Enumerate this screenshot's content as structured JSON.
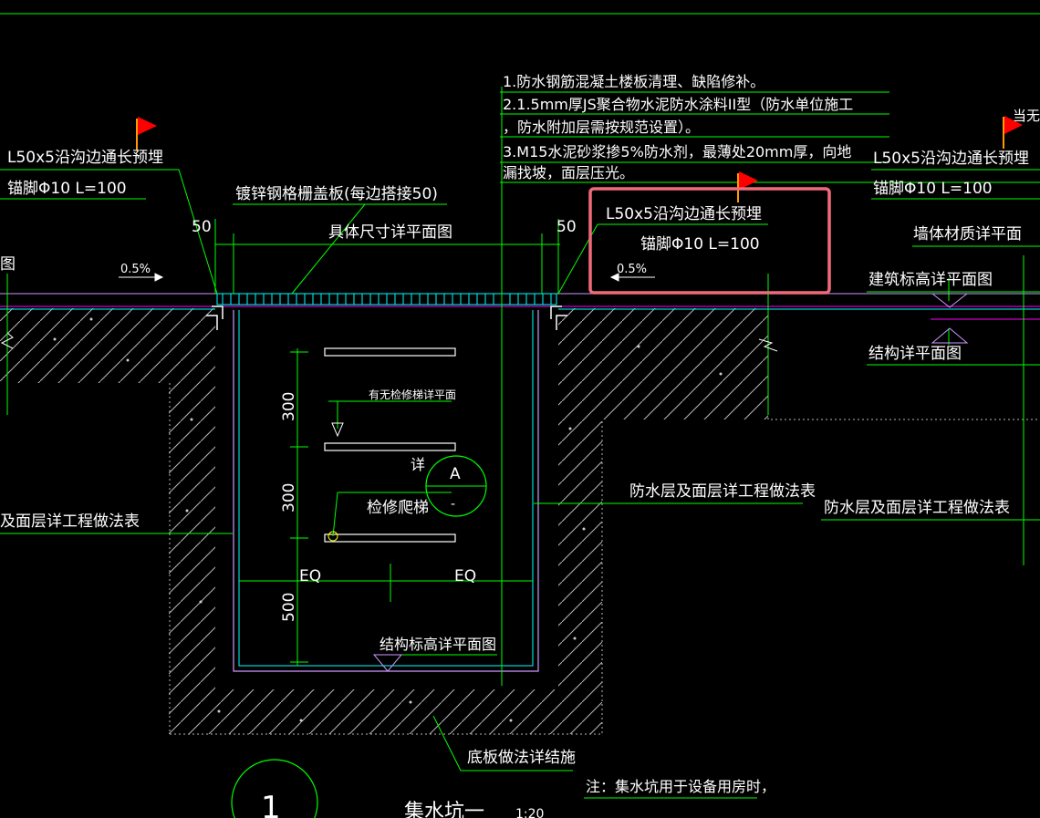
{
  "notes": {
    "line1": "1.防水钢筋混凝土楼板清理、缺陷修补。",
    "line2": "2.1.5mm厚JS聚合物水泥防水涂料II型（防水单位施工",
    "line3": "，防水附加层需按规范设置）。",
    "line4": "3.M15水泥砂浆掺5%防水剂，最薄处20mm厚，向地",
    "line5": "漏找坡，面层压光。"
  },
  "left_angle": {
    "label": "L50x5沿沟边通长预埋",
    "anchor": "锚脚Φ10 L=100"
  },
  "highlight_angle": {
    "label": "L50x5沿沟边通长预埋",
    "anchor": "锚脚Φ10 L=100"
  },
  "right_angle": {
    "label": "L50x5沿沟边通长预埋",
    "anchor": "锚脚Φ10 L=100",
    "top_cut": "当无"
  },
  "grating": "镀锌钢格栅盖板(每边搭接50)",
  "size_note": "具体尺寸详平面图",
  "dim": {
    "overlap_left": "50",
    "overlap_right": "50",
    "d300a": "300",
    "d300b": "300",
    "d500": "500",
    "eq_left": "EQ",
    "eq_right": "EQ"
  },
  "slope_left": "0.5%",
  "slope_right": "0.5%",
  "left_cut_top": "图",
  "left_cut_mid": "及面层详工程做法表",
  "ladder_note": "有无检修梯详平面",
  "detail_prefix": "详",
  "detail": {
    "id": "A",
    "sheet": "-"
  },
  "ladder": "检修爬梯",
  "waterproof_1": "防水层及面层详工程做法表",
  "waterproof_2": "防水层及面层详工程做法表",
  "wall_material": "墙体材质详平面",
  "arch_elev": "建筑标高详平面图",
  "struct_plan": "结构详平面图",
  "struct_elev": "结构标高详平面图",
  "floor_note": "底板做法详结施",
  "footnote": "注：集水坑用于设备用房时，",
  "title": {
    "number": "1",
    "name": "集水坑一",
    "scale": "1:20"
  },
  "colors": {
    "line_green": "#00ff00",
    "cyan": "#00ffff",
    "violet": "#cc99ff",
    "magenta": "#ff00ff",
    "highlight": "#f06a7a",
    "flag": "#ff0000",
    "hatch": "#b0b0b0"
  }
}
